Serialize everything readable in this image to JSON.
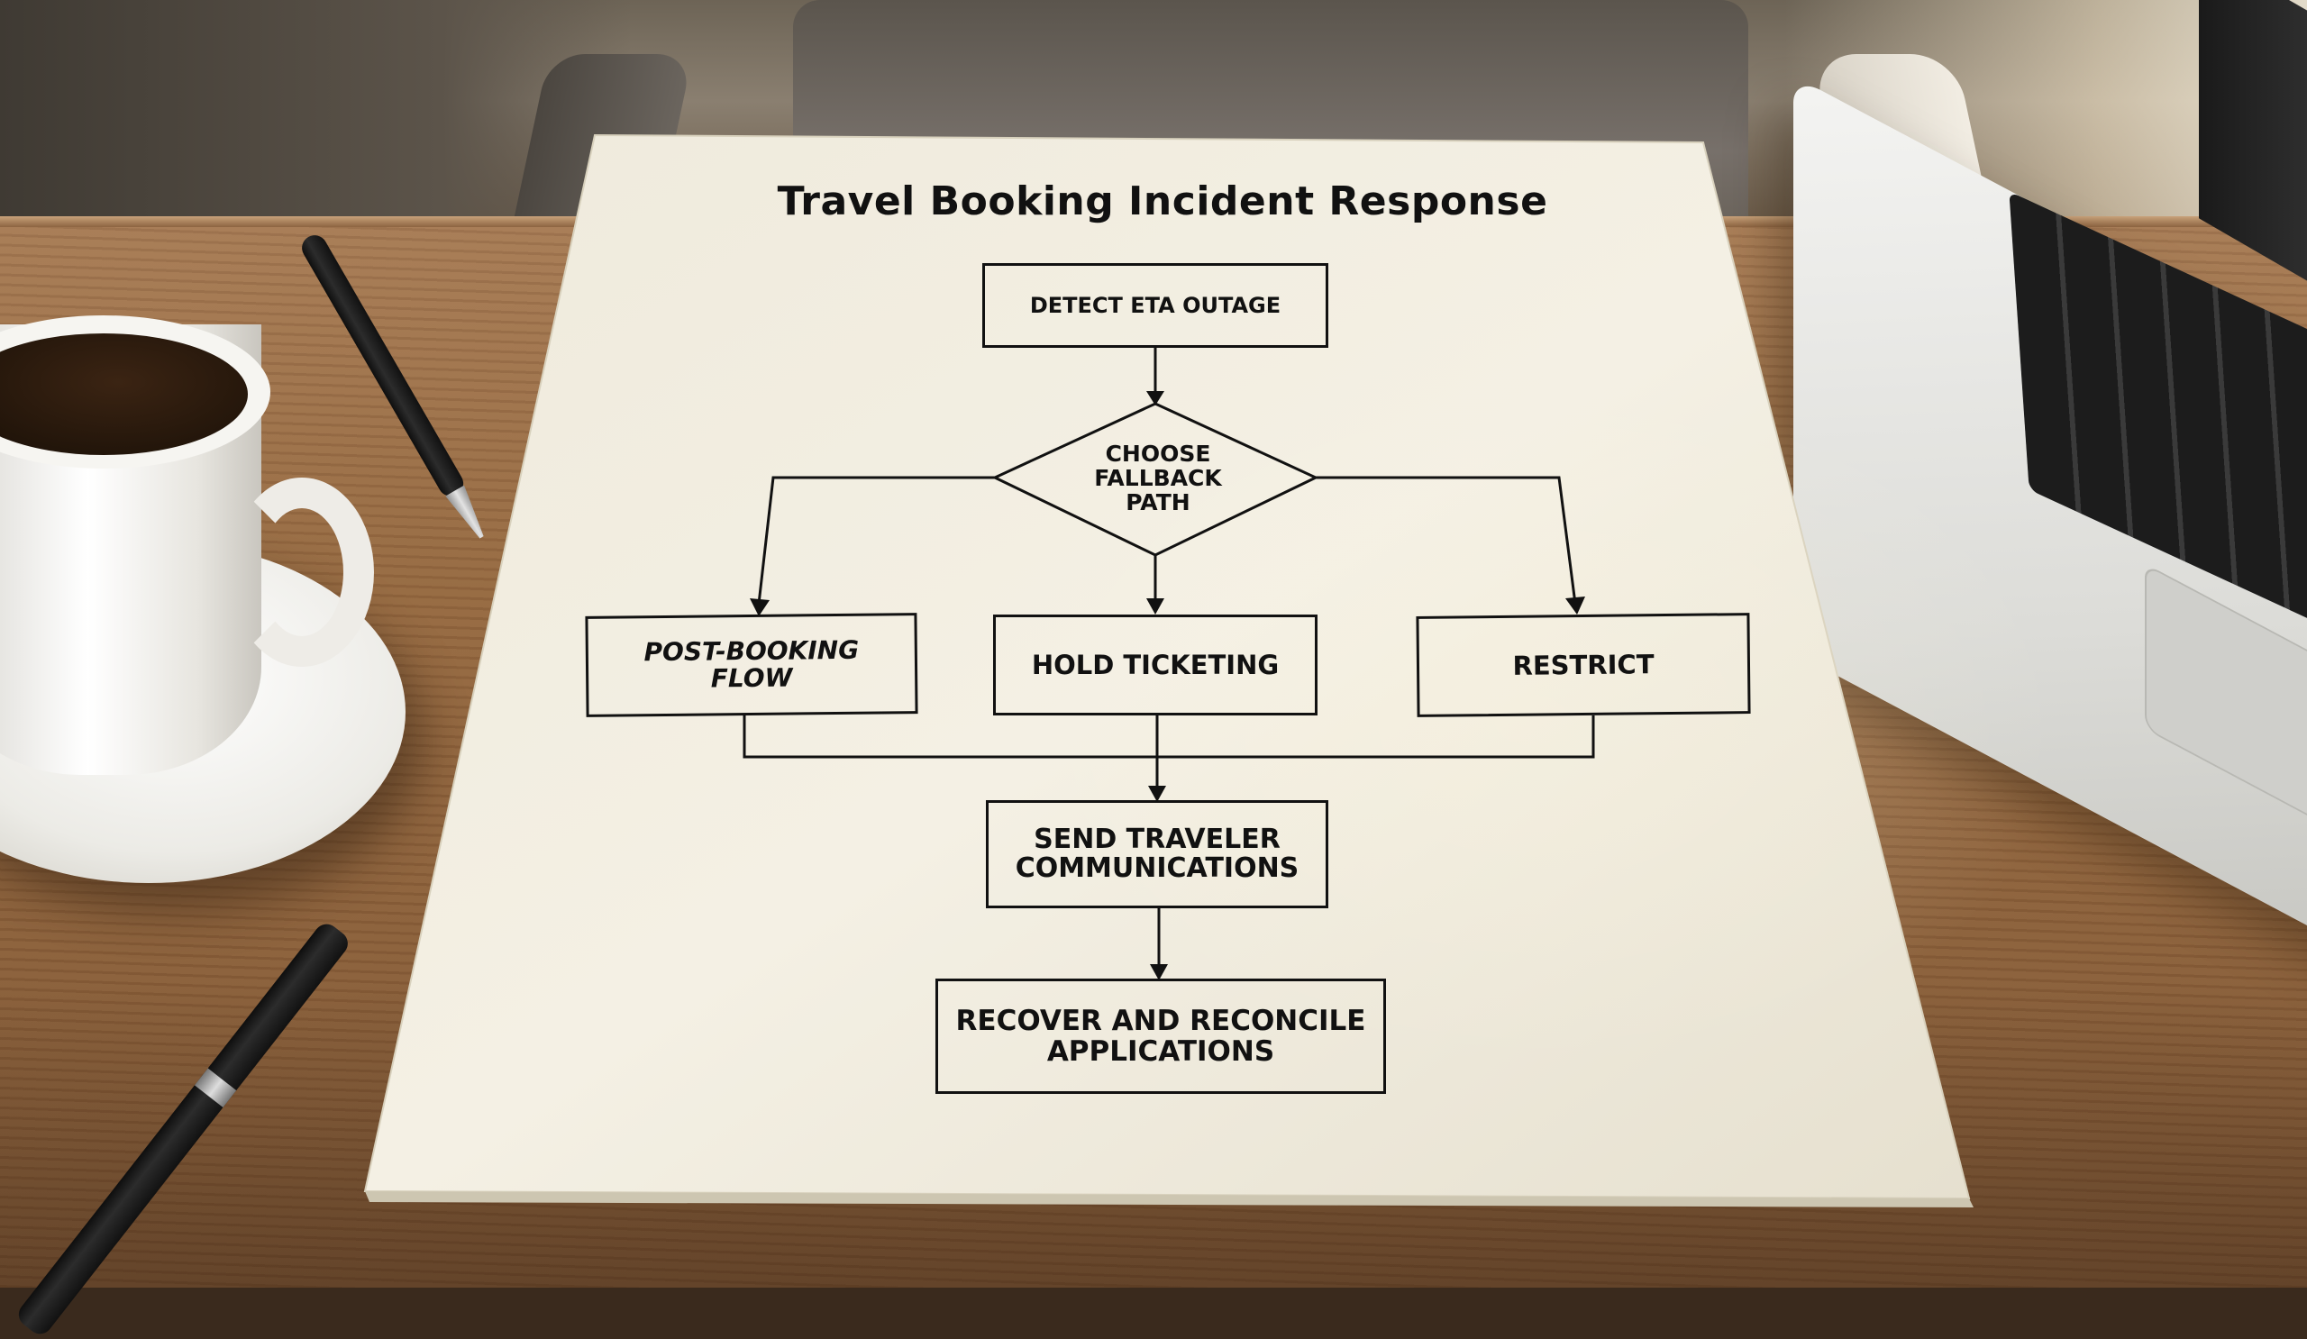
{
  "flowchart": {
    "title": "Travel Booking Incident Response",
    "nodes": {
      "detect": "DETECT ETA OUTAGE",
      "choose": [
        "CHOOSE",
        "FALLBACK",
        "PATH"
      ],
      "post_booking": [
        "POST-BOOKING",
        "FLOW"
      ],
      "hold_ticketing": "HOLD TICKETING",
      "restrict": "RESTRICT",
      "send": [
        "SEND TRAVELER",
        "COMMUNICATIONS"
      ],
      "recover": [
        "RECOVER AND RECONCILE",
        "APPLICATIONS"
      ]
    }
  },
  "colors": {
    "ink": "#111111",
    "paper": "#f1ede0",
    "table": "#93673f"
  }
}
